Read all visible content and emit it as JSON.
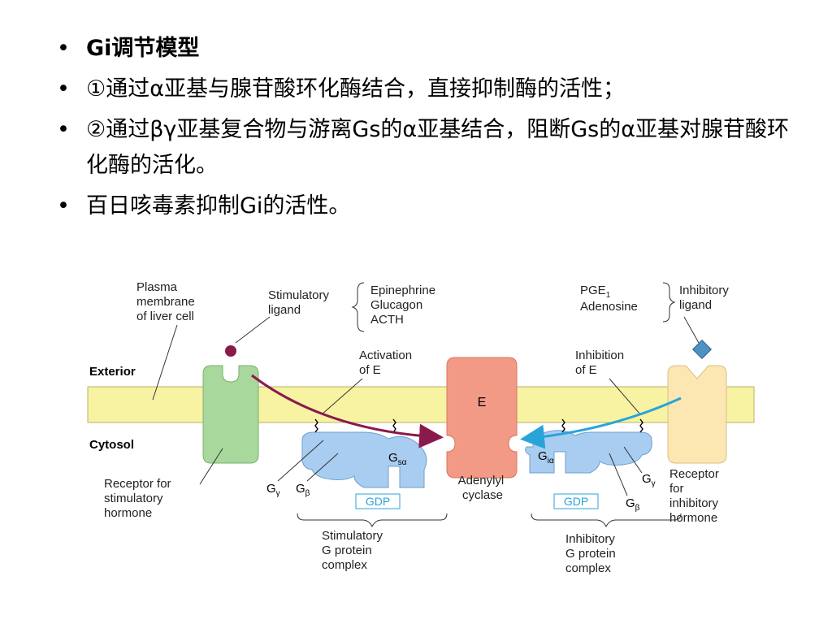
{
  "bullets": [
    "Gi调节模型",
    "①通过α亚基与腺苷酸环化酶结合，直接抑制酶的活性；",
    "②通过βγ亚基复合物与游离Gs的α亚基结合，阻断Gs的α亚基对腺苷酸环化酶的活化。",
    "百日咳毒素抑制Gi的活性。"
  ],
  "diagram": {
    "plasma_membrane": [
      "Plasma",
      "membrane",
      "of liver cell"
    ],
    "stimulatory_ligand": [
      "Stimulatory",
      "ligand"
    ],
    "stim_ligands": [
      "Epinephrine",
      "Glucagon",
      "ACTH"
    ],
    "inhib_ligands": [
      "PGE",
      "Adenosine"
    ],
    "pge_sub": "1",
    "inhibitory_ligand": [
      "Inhibitory",
      "ligand"
    ],
    "exterior": "Exterior",
    "cytosol": "Cytosol",
    "activation": [
      "Activation",
      "of E"
    ],
    "inhibition": [
      "Inhibition",
      "of E"
    ],
    "enzyme": "E",
    "adenylyl": [
      "Adenylyl",
      "cyclase"
    ],
    "gs_alpha": "G",
    "gs_alpha_sub": "sα",
    "gi_alpha": "G",
    "gi_alpha_sub": "iα",
    "g_gamma": "G",
    "g_gamma_sub": "γ",
    "g_beta": "G",
    "g_beta_sub": "β",
    "gdp": "GDP",
    "receptor_stim": [
      "Receptor for",
      "stimulatory",
      "hormone"
    ],
    "receptor_inhib": [
      "Receptor",
      "for",
      "inhibitory",
      "hormone"
    ],
    "stim_complex": [
      "Stimulatory",
      "G protein",
      "complex"
    ],
    "inhib_complex": [
      "Inhibitory",
      "G protein",
      "complex"
    ],
    "colors": {
      "membrane": "#f7f3a3",
      "receptor_stim": "#a8d89c",
      "receptor_inhib": "#fce7b2",
      "g_protein": "#a9cdf0",
      "enzyme": "#f29a86",
      "stim_arrow": "#8b1a4c",
      "inhib_arrow": "#2aa3d8",
      "diamond": "#4e92c4"
    }
  }
}
